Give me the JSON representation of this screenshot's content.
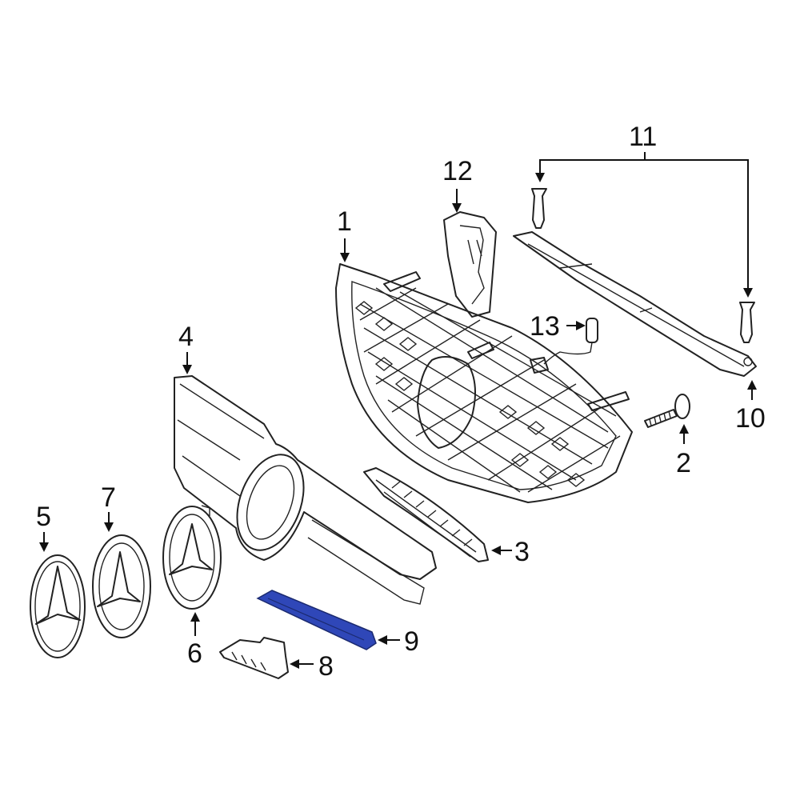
{
  "diagram": {
    "highlight_color": "#2f47b8",
    "highlighted_part": "9",
    "callouts": {
      "c1": "1",
      "c2": "2",
      "c3": "3",
      "c4": "4",
      "c5": "5",
      "c6": "6",
      "c7": "7",
      "c8": "8",
      "c9": "9",
      "c10": "10",
      "c11": "11",
      "c12": "12",
      "c13": "13"
    }
  }
}
